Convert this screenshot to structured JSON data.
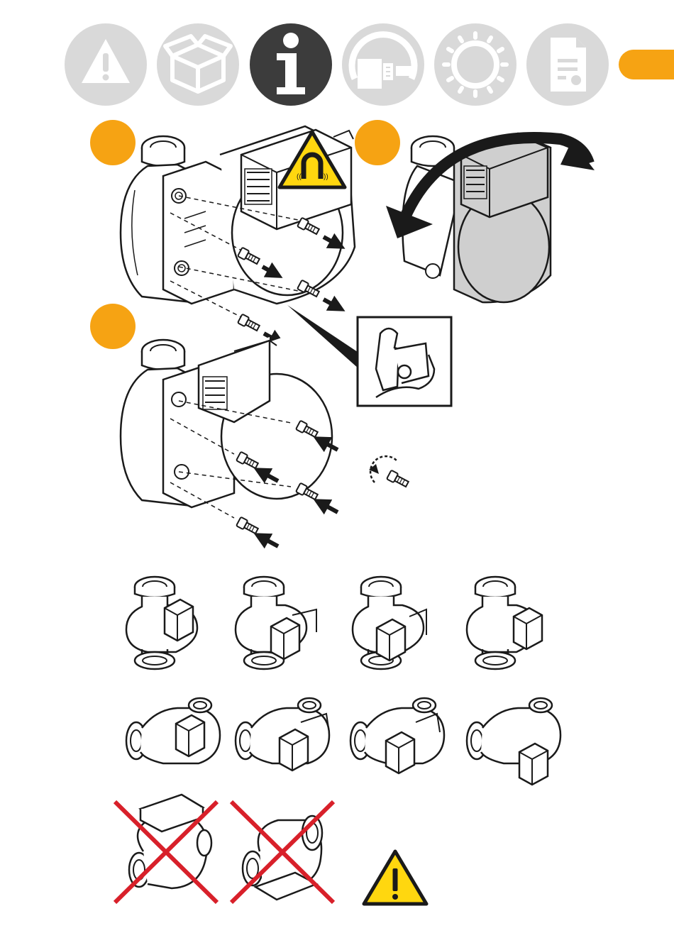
{
  "colors": {
    "accent": "#f6a313",
    "icon_inactive": "#d9d9d9",
    "icon_active": "#3c3c3c",
    "warning_yellow": "#ffd70f",
    "cross_red": "#d8202a",
    "line": "#1a1a1a",
    "part_grey": "#cfcfcf"
  },
  "header_icons": [
    {
      "name": "warning-icon",
      "active": false
    },
    {
      "name": "box-icon",
      "active": false
    },
    {
      "name": "info-icon",
      "active": true
    },
    {
      "name": "tap-icon",
      "active": false
    },
    {
      "name": "dial-icon",
      "active": false
    },
    {
      "name": "document-icon",
      "active": false
    }
  ],
  "steps": [
    {
      "name": "step-1-remove-screws"
    },
    {
      "name": "step-2-rotate-motor-head"
    },
    {
      "name": "step-3-refit-screws"
    }
  ],
  "orientation_rows": [
    {
      "name": "vertical-orientations-allowed",
      "count": 4
    },
    {
      "name": "horizontal-orientations-allowed",
      "count": 4
    },
    {
      "name": "orientations-not-allowed",
      "count": 2
    }
  ],
  "warnings": [
    {
      "name": "magnetic-field-warning-icon"
    },
    {
      "name": "caution-warning-icon"
    }
  ]
}
